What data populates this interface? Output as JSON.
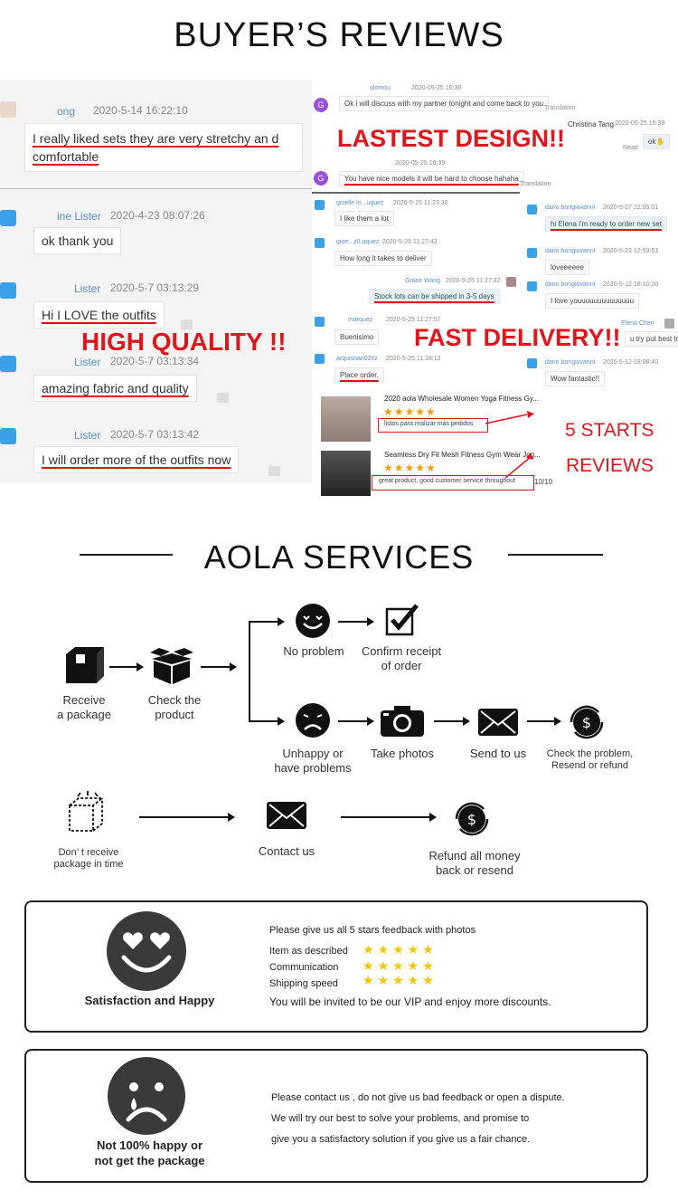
{
  "header": {
    "title": "BUYER’S REVIEWS"
  },
  "left_reviews": [
    {
      "name": "ong",
      "time": "2020-5-14 16:22:10",
      "text": "I really liked sets they are very stretchy an d comfortable"
    },
    {
      "name": "ine Lister",
      "time": "2020-4-23 08:07:26",
      "text": "ok thank you"
    },
    {
      "name": "Lister",
      "time": "2020-5-7 03:13:29",
      "text": "Hi I LOVE the outfits"
    },
    {
      "name": "Lister",
      "time": "2020-5-7 03:13:34",
      "text": "amazing fabric and quality"
    },
    {
      "name": "Lister",
      "time": "2020-5-7 03:13:42",
      "text": "I will order more of the outfits now"
    }
  ],
  "overlays": {
    "high_quality": "HIGH QUALITY !!",
    "latest_design": "LASTEST DESIGN!!",
    "fast_delivery": "FAST DELIVERY!!",
    "five_stars": "5 STARTS",
    "reviews": "REVIEWS"
  },
  "right_chat": {
    "top_msg1_name": "olomou",
    "top_msg1_time": "2020-05-25 16:38",
    "top_msg1_text": "Ok i will discuss with my partner tonight and come back to you",
    "translation": "Translation",
    "christina_name": "Christina Tang",
    "christina_time": "2020-05-25 16:39",
    "read": "Read",
    "ok_text": "ok",
    "top_msg2_time": "2020-05-25 16:39",
    "top_msg2_text": "You have nice models it will be hard to choose hahaha",
    "g_letter": "G",
    "msgs": [
      {
        "name": "gioelle lo...uquez",
        "time": "2020-5-25 11:23:30",
        "text": "I like them a lot"
      },
      {
        "name": "gioe...z0.uquez",
        "time": "2020-5-25 11:27:42",
        "text": "How long it takes to deliver"
      },
      {
        "name": "Grace Wang",
        "time": "2020-5-25 11:27:32",
        "text": "Stock lots can be shipped in 3-5 days"
      },
      {
        "name": "marquez",
        "time": "2020-5-25 11:27:57",
        "text": "Buenisimo"
      },
      {
        "name": "arquisnan02ez",
        "time": "2020-5-25 11:28:12",
        "text": "Place order."
      },
      {
        "name": "dario bongiovanni",
        "time": "2020-5-27 22:05:01",
        "text": "hi Elena i'm ready to order new set"
      },
      {
        "name": "dario bongiovanni",
        "time": "2020-5-23 12:59:53",
        "text": "loveeeeee"
      },
      {
        "name": "dario bongiovanni",
        "time": "2020-5-12 18:10:20",
        "text": "I love youuuuuuuuuuuuuu"
      },
      {
        "name": "Elena Chen",
        "time": "",
        "text": "u try put best to"
      },
      {
        "name": "dario bongiovanni",
        "time": "2020-5-12 18:08:40",
        "text": "Wow fantastic!!"
      }
    ],
    "products": [
      {
        "title": "2020 aola Wholesale Women Yoga Fitness Gy...",
        "stars": "★★★★★",
        "review": "listos para realizar más pedidos"
      },
      {
        "title": "Seamless Dry Fit Mesh Fitness Gym Wear Jog...",
        "stars": "★★★★★",
        "review": "great product, good customer service throughout",
        "score": "10/10"
      }
    ]
  },
  "services": {
    "title": "AOLA SERVICES",
    "steps": {
      "receive": "Receive\na package",
      "check": "Check the\nproduct",
      "no_problem": "No problem",
      "confirm": "Confirm receipt\nof order",
      "unhappy": "Unhappy or\nhave problems",
      "photos": "Take photos",
      "send": "Send to us",
      "resolve": "Check the problem,\nResend or refund",
      "not_receive": "Don’ t receive\npackage in time",
      "contact": "Contact us",
      "refund": "Refund all money\nback or resend"
    }
  },
  "happy_box": {
    "label": "Satisfaction and Happy",
    "heading": "Please give us all 5 stars feedback with photos",
    "items": [
      "Item as described",
      "Communication",
      "Shipping speed"
    ],
    "stars": "★★★★★",
    "vip": "You will be invited to be our VIP and enjoy more discounts."
  },
  "sad_box": {
    "label": "Not 100% happy or\nnot get the package",
    "lines": [
      "Please contact us , do not give us bad feedback or open a dispute.",
      "We will try our best to solve your problems, and promise to",
      "give you a satisfactory solution if you give us a fair chance."
    ]
  }
}
